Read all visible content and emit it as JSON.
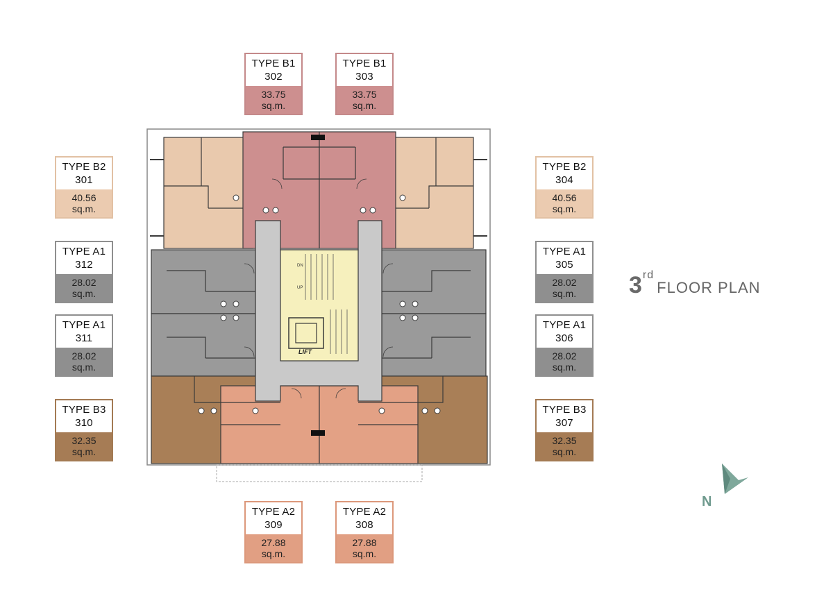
{
  "title": {
    "number": "3",
    "suffix": "rd",
    "text": "FLOOR PLAN"
  },
  "north_label": "N",
  "colors": {
    "type_b1": "#cd8f8f",
    "type_b2": "#e9c9ad",
    "type_a1": "#9a9a9a",
    "type_b3": "#a97f57",
    "type_a2": "#e3a185",
    "core": "#c9c9c9",
    "stair": "#f6f0bd",
    "walls": "#3a3a3a",
    "compass": "#7fa89b"
  },
  "units": [
    {
      "type": "TYPE B1",
      "unit": "302",
      "area": "33.75",
      "unit_label": "sq.m.",
      "color": "#cd8f8f",
      "border": "#c4898a"
    },
    {
      "type": "TYPE B1",
      "unit": "303",
      "area": "33.75",
      "unit_label": "sq.m.",
      "color": "#cd8f8f",
      "border": "#c4898a"
    },
    {
      "type": "TYPE B2",
      "unit": "301",
      "area": "40.56",
      "unit_label": "sq.m.",
      "color": "#ebcbb0",
      "border": "#e2c1a4"
    },
    {
      "type": "TYPE B2",
      "unit": "304",
      "area": "40.56",
      "unit_label": "sq.m.",
      "color": "#ebcbb0",
      "border": "#e2c1a4"
    },
    {
      "type": "TYPE A1",
      "unit": "312",
      "area": "28.02",
      "unit_label": "sq.m.",
      "color": "#8f8f8f",
      "border": "#8f8f8f"
    },
    {
      "type": "TYPE A1",
      "unit": "305",
      "area": "28.02",
      "unit_label": "sq.m.",
      "color": "#8f8f8f",
      "border": "#8f8f8f"
    },
    {
      "type": "TYPE A1",
      "unit": "311",
      "area": "28.02",
      "unit_label": "sq.m.",
      "color": "#8f8f8f",
      "border": "#8f8f8f"
    },
    {
      "type": "TYPE A1",
      "unit": "306",
      "area": "28.02",
      "unit_label": "sq.m.",
      "color": "#8f8f8f",
      "border": "#8f8f8f"
    },
    {
      "type": "TYPE B3",
      "unit": "310",
      "area": "32.35",
      "unit_label": "sq.m.",
      "color": "#a67c55",
      "border": "#a37a53"
    },
    {
      "type": "TYPE B3",
      "unit": "307",
      "area": "32.35",
      "unit_label": "sq.m.",
      "color": "#a67c55",
      "border": "#a37a53"
    },
    {
      "type": "TYPE A2",
      "unit": "309",
      "area": "27.88",
      "unit_label": "sq.m.",
      "color": "#e19f83",
      "border": "#dc987b"
    },
    {
      "type": "TYPE A2",
      "unit": "308",
      "area": "27.88",
      "unit_label": "sq.m.",
      "color": "#e19f83",
      "border": "#dc987b"
    }
  ],
  "plan_labels": {
    "lift": "LIFT",
    "up": "UP",
    "dn": "DN"
  }
}
